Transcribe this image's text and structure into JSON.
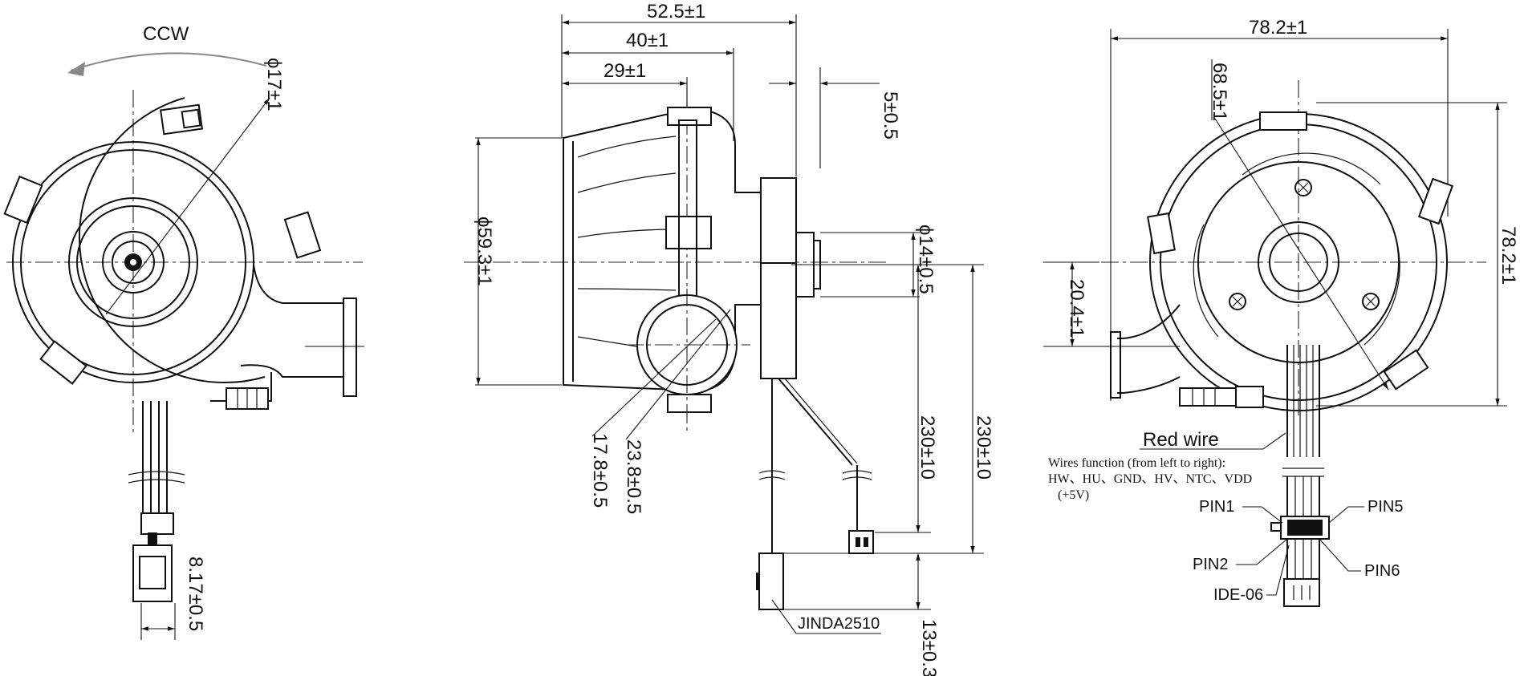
{
  "front_view": {
    "rotation": "CCW",
    "hub_diameter": "ϕ17±1",
    "pitch": "8.17±0.5"
  },
  "side_view": {
    "overall_length": "52.5±1",
    "length_40": "40±1",
    "length_29": "29±1",
    "flange": "5±0.5",
    "body_diameter": "ϕ59.3±1",
    "outlet_diameter": "ϕ14±0.5",
    "inlet_inner": "17.8±0.5",
    "inlet_outer": "23.8±0.5",
    "lead_a": "230±10",
    "lead_b": "230±10",
    "connector_len": "13±0.3",
    "connector_name": "JINDA2510"
  },
  "back_view": {
    "width": "78.2±1",
    "height": "78.2±1",
    "radius": "68.5±1",
    "offset": "20.4±1",
    "red_wire": "Red wire",
    "wires_title": "Wires function (from left to right):",
    "wires_list": "HW、HU、GND、HV、NTC、VDD",
    "wires_vdd": "(+5V)",
    "pin1": "PIN1",
    "pin2": "PIN2",
    "pin5": "PIN5",
    "pin6": "PIN6",
    "connector": "IDE-06"
  }
}
